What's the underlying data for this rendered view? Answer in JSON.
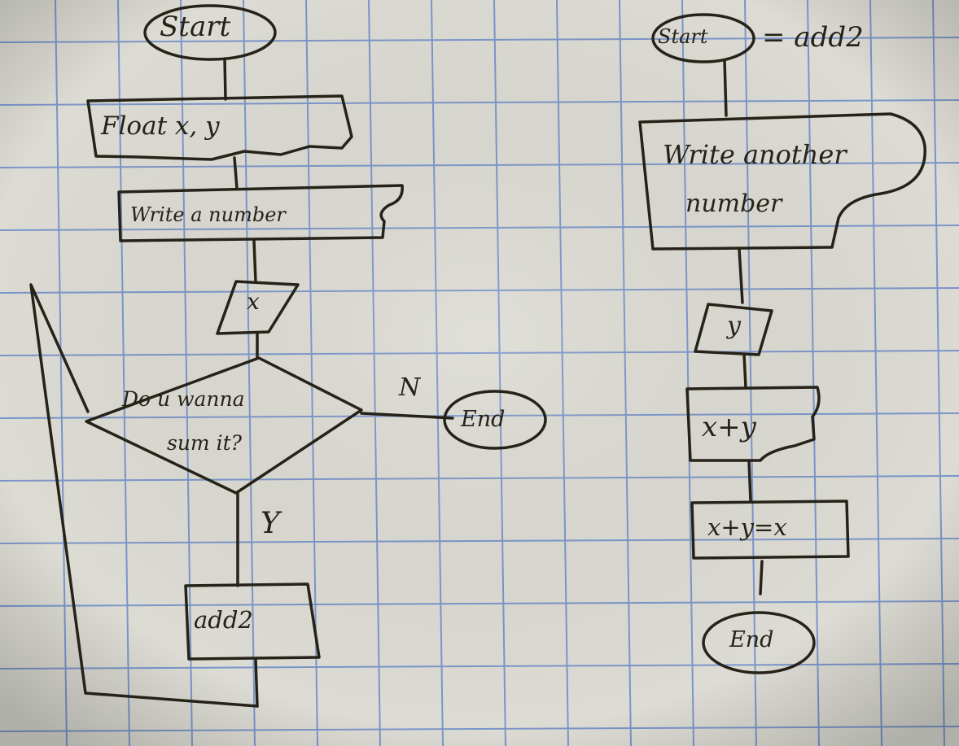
{
  "sheet": {
    "paper_color": "#dcdcd4",
    "grid_color": "#5b7fc6",
    "ink_color": "#262218"
  },
  "flowchart_main": {
    "start": "Start",
    "declare": "Float x, y",
    "prompt": "Write a number",
    "input": "x",
    "decision_line1": "Do u wanna",
    "decision_line2": "sum it?",
    "no_label": "N",
    "end": "End",
    "yes_label": "Y",
    "subroutine": "add2"
  },
  "flowchart_add2": {
    "start": "Start",
    "title": "= add2",
    "prompt_line1": "Write another",
    "prompt_line2": "number",
    "input": "y",
    "output": "x+y",
    "process": "x+y=x",
    "end": "End"
  }
}
